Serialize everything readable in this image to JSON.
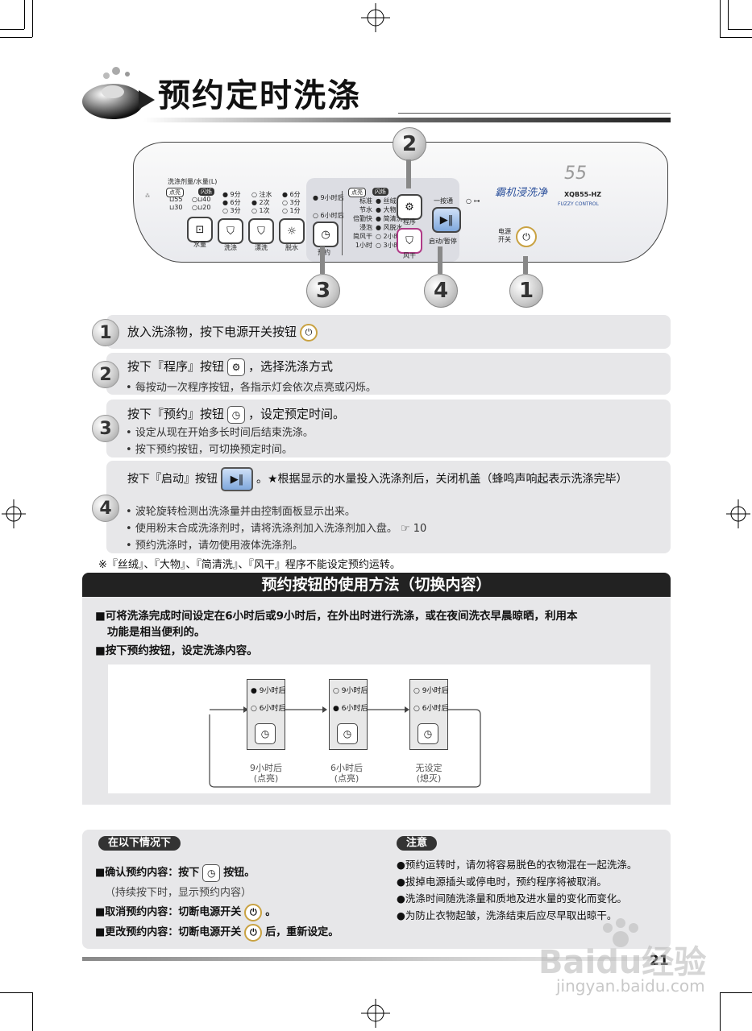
{
  "title": "预约定时洗涤",
  "panel": {
    "detergent_label": "洗涤剂量/水量(L)",
    "light_on": "点亮",
    "blink": "闪烁",
    "detergent_left": [
      "55",
      "30"
    ],
    "detergent_right": [
      "40",
      "20"
    ],
    "wash_times": [
      "9分",
      "6分",
      "3分"
    ],
    "rinse_times": [
      "注水",
      "2次",
      "1次"
    ],
    "spin_times": [
      "6分",
      "3分",
      "1分"
    ],
    "water_label": "水量",
    "wash_label": "洗涤",
    "rinse_label": "漂洗",
    "spin_label": "脱水",
    "timer_9": "9小时后",
    "timer_6": "6小时后",
    "reserve_label": "预约",
    "programs_left": [
      "标准",
      "节水",
      "倍勤快",
      "浸泡",
      "简风干",
      "1小时"
    ],
    "programs_right": [
      "丝绒",
      "大物",
      "简清洗",
      "风脱水",
      "2小时",
      "3小时"
    ],
    "program_label": "程序",
    "dry_label": "风干",
    "quick_label": "一按通",
    "start_label": "启动/暂停",
    "power_label1": "电源",
    "power_label2": "开关",
    "brand": "霸机浸洗净",
    "model": "XQB55-HZ",
    "fuzzy": "FUZZY CONTROL",
    "model_num": "55",
    "callouts": [
      "2",
      "3",
      "4",
      "1"
    ]
  },
  "steps": [
    {
      "num": "1",
      "text_a": "放入洗涤物，按下电源开关按钮",
      "text_b": "",
      "bullets": []
    },
    {
      "num": "2",
      "text_a": "按下『程序』按钮",
      "text_b": "，选择洗涤方式",
      "bullets": [
        "每按动一次程序按钮，各指示灯会依次点亮或闪烁。"
      ]
    },
    {
      "num": "3",
      "text_a": "按下『预约』按钮",
      "text_b": "，设定预定时间。",
      "bullets": [
        "设定从现在开始多长时间后结束洗涤。",
        "按下预约按钮，可切换预定时间。"
      ]
    },
    {
      "num": "4",
      "text_a": "按下『启动』按钮",
      "text_b": "。★根据显示的水量投入洗涤剂后，关闭机盖（蜂鸣声响起表示洗涤完毕）",
      "bullets": [
        "波轮旋转检测出洗涤量并由控制面板显示出来。",
        "使用粉末合成洗涤剂时，请将洗涤剂加入洗涤剂加入盘。",
        "预约洗涤时，请勿使用液体洗涤剂。"
      ],
      "ref": "10"
    }
  ],
  "footnote": "※『丝绒』、『大物』、『简清洗』、『风干』程序不能设定预约运转。",
  "usage": {
    "heading": "预约按钮的使用方法（切换内容）",
    "line1a": "■可将洗涤完成时间设定在6小时后或9小时后，在外出时进行洗涤，或在夜间洗衣早晨晾晒，利用本",
    "line1b": "功能是相当便利的。",
    "line2": "■按下预约按钮，设定洗涤内容。",
    "states": [
      {
        "row1": "9小时后",
        "row2": "6小时后",
        "cap1": "9小时后",
        "cap2": "(点亮)"
      },
      {
        "row1": "9小时后",
        "row2": "6小时后",
        "cap1": "6小时后",
        "cap2": "(点亮)"
      },
      {
        "row1": "9小时后",
        "row2": "6小时后",
        "cap1": "无设定",
        "cap2": "(熄灭)"
      }
    ]
  },
  "situations": {
    "tag": "在以下情况下",
    "confirm_a": "■确认预约内容：按下",
    "confirm_b": "按钮。",
    "confirm_note": "（持续按下时，显示预约内容）",
    "cancel": "■取消预约内容：切断电源开关",
    "cancel_end": "。",
    "change": "■更改预约内容：切断电源开关",
    "change_end": "后，重新设定。"
  },
  "caution": {
    "tag": "注意",
    "items": [
      "●预约运转时，请勿将容易脱色的衣物混在一起洗涤。",
      "●拔掉电源插头或停电时，预约程序将被取消。",
      "●洗涤时间随洗涤量和质地及进水量的变化而变化。",
      "●为防止衣物起皱，洗涤结束后应尽早取出晾干。"
    ]
  },
  "page_number": "21",
  "watermark": {
    "logo": "Baidu经验",
    "url": "jingyan.baidu.com"
  }
}
